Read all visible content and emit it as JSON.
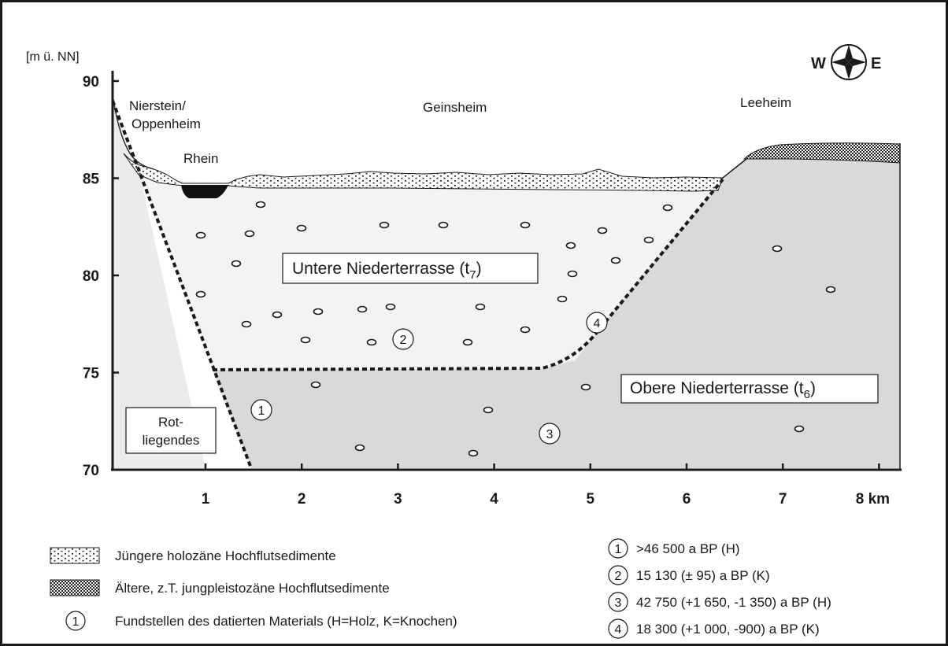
{
  "y_axis": {
    "unit": "[m ü. NN]",
    "ticks": [
      "90",
      "85",
      "80",
      "75",
      "70"
    ]
  },
  "x_axis": {
    "ticks": [
      "1",
      "2",
      "3",
      "4",
      "5",
      "6",
      "7",
      "8 km"
    ]
  },
  "compass": {
    "west": "W",
    "east": "E"
  },
  "places": {
    "nierstein_line1": "Nierstein/",
    "nierstein_line2": "Oppenheim",
    "rhein": "Rhein",
    "geinsheim": "Geinsheim",
    "leeheim": "Leeheim"
  },
  "units": {
    "rotliegendes_line1": "Rot-",
    "rotliegendes_line2": "liegendes",
    "untere_main": "Untere Niederterrasse (t",
    "untere_sub": "7",
    "untere_close": ")",
    "obere_main": "Obere Niederterrasse (t",
    "obere_sub": "6",
    "obere_close": ")"
  },
  "site_markers": [
    "1",
    "2",
    "3",
    "4"
  ],
  "legend": {
    "holozaen": "Jüngere holozäne Hochflutsedimente",
    "pleistozaen": "Ältere, z.T. jungpleistozäne Hochflutsedimente",
    "fund_symbol": "1",
    "fundstellen": "Fundstellen des datierten Materials (H=Holz, K=Knochen)"
  },
  "dates": [
    {
      "n": "1",
      "text": ">46 500  a BP (H)"
    },
    {
      "n": "2",
      "text": "15 130  (± 95) a BP (K)"
    },
    {
      "n": "3",
      "text": "42 750  (+1 650, -1 350) a BP (H)"
    },
    {
      "n": "4",
      "text": "18 300 (+1 000, -900) a BP (K)"
    }
  ]
}
